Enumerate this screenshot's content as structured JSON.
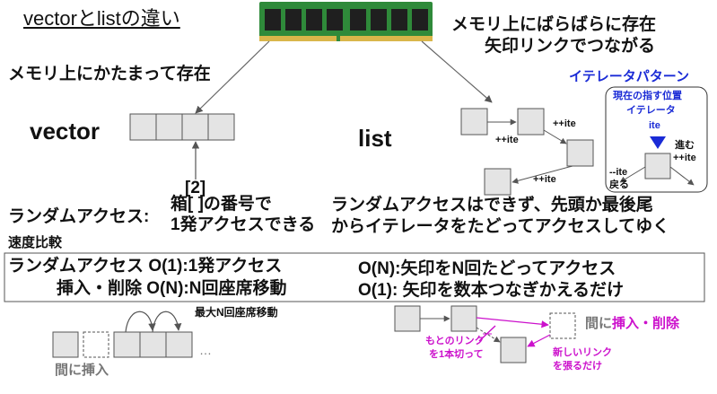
{
  "title": "vectorとlistの違い",
  "memory": {
    "contiguous": "メモリ上にかたまって存在",
    "scattered_line1": "メモリ上にばらばらに存在",
    "scattered_line2": "矢印リンクでつながる"
  },
  "vector": {
    "label": "vector",
    "index_label": "[2]",
    "index_desc_line1": "箱[ ]の番号で",
    "index_desc_line2": "1発アクセスできる"
  },
  "list": {
    "label": "list",
    "step_label": "++ite",
    "random_desc_line1": "ランダムアクセスはできず、先頭か最後尾",
    "random_desc_line2": "からイテレータをたどってアクセスしてゆく"
  },
  "random_access_label": "ランダムアクセス:",
  "iterator_pattern": {
    "title": "イテレータパターン",
    "current_line1": "現在の指す位置",
    "current_line2": "イテレータ",
    "ite": "ite",
    "forward_line1": "進む",
    "forward_line2": "++ite",
    "back_line1": "--ite",
    "back_line2": "戻る"
  },
  "speed": {
    "title": "速度比較",
    "vector_random": "ランダムアクセス O(1):1発アクセス",
    "vector_insert": "挿入・削除 O(N):N回座席移動",
    "list_random": "O(N):矢印をN回たどってアクセス",
    "list_insert": "O(1): 矢印を数本つなぎかえるだけ"
  },
  "insert_demo": {
    "vector_shift": "最大N回座席移動",
    "ellipsis": "…",
    "vector_insert_label": "間に挿入",
    "list_insert_label_prefix": "間に",
    "list_insert_label_emph": "挿入・削除",
    "cut_line1": "もとのリンク",
    "cut_line2": "を1本切って",
    "new_line1": "新しいリンク",
    "new_line2": "を張るだけ"
  },
  "colors": {
    "box_fill": "#e4e4e4",
    "box_stroke": "#555555",
    "accent_blue": "#1a2bd6",
    "accent_magenta": "#cc11cc",
    "ram_board": "#2f8a3a"
  },
  "icons": [
    "ram-module-image",
    "down-triangle-icon"
  ]
}
